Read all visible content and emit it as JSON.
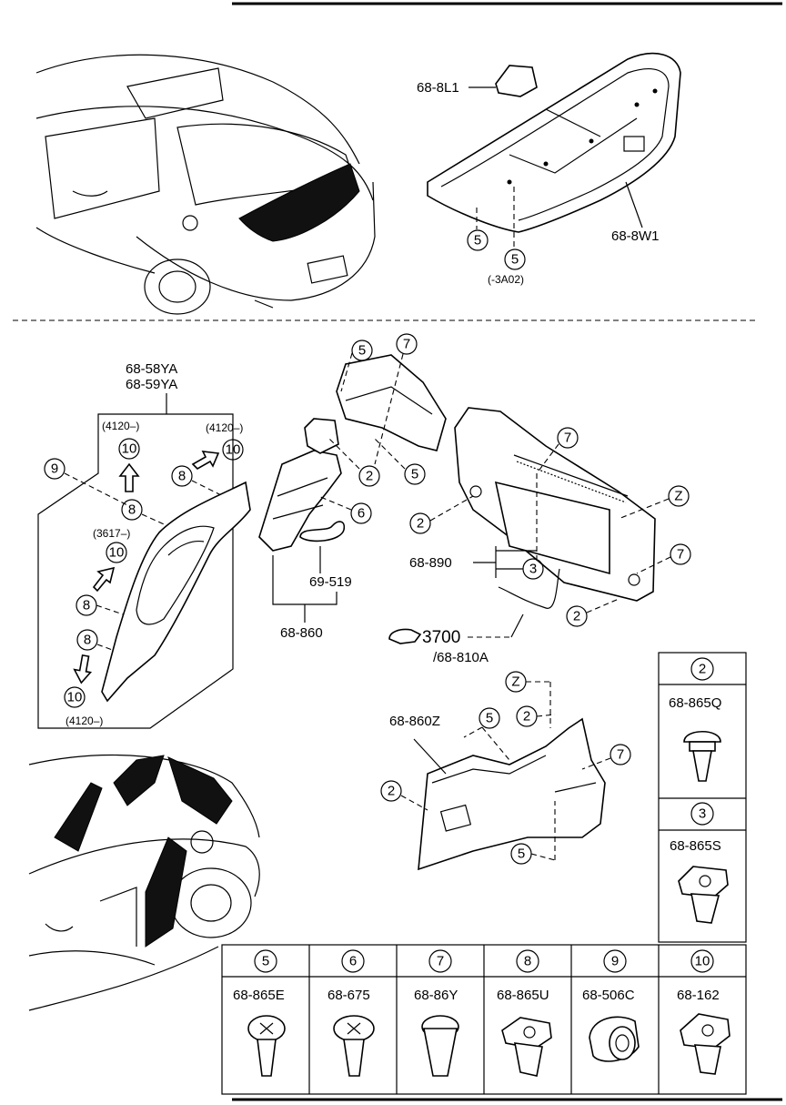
{
  "header_rule": true,
  "trunk_lid": {
    "labels": {
      "stopper": "68-8L1",
      "liner": "68-8W1",
      "clip_a": "5",
      "clip_b": "5",
      "note": "(-3A02)"
    }
  },
  "left_trim": {
    "part_nos": [
      "68-58YA",
      "68-59YA"
    ],
    "ref_4120_a": "(4120–)",
    "ref_4120_b": "(4120–)",
    "ref_3617": "(3617–)",
    "ref_4120_c": "(4120–)",
    "callouts": [
      "10",
      "10",
      "10",
      "10",
      "9",
      "8",
      "8",
      "8",
      "8"
    ]
  },
  "center_trim": {
    "part_no": "68-860",
    "strap": "69-519",
    "callouts": [
      "5",
      "7",
      "2",
      "5",
      "6"
    ]
  },
  "rear_trim": {
    "part_no": "68-890",
    "ref_page": "3700",
    "ref_sub": "/68-810A",
    "callouts": [
      "7",
      "Z",
      "7",
      "2",
      "3",
      "2"
    ]
  },
  "lower_trim": {
    "part_no": "68-860Z",
    "callouts": [
      "Z",
      "5",
      "2",
      "7",
      "2",
      "5"
    ]
  },
  "fastener_table": [
    {
      "callout": "2",
      "part": "68-865Q"
    },
    {
      "callout": "3",
      "part": "68-865S"
    },
    {
      "callout": "5",
      "part": "68-865E"
    },
    {
      "callout": "6",
      "part": "68-675"
    },
    {
      "callout": "7",
      "part": "68-86Y"
    },
    {
      "callout": "8",
      "part": "68-865U"
    },
    {
      "callout": "9",
      "part": "68-506C"
    },
    {
      "callout": "10",
      "part": "68-162"
    }
  ]
}
